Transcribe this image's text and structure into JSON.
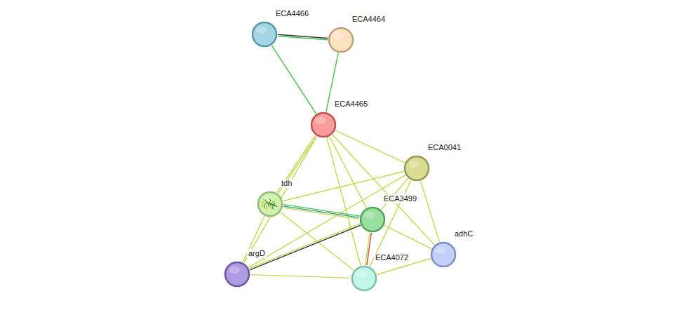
{
  "diagram": {
    "nodes": [
      {
        "text": [
          "ECA4466"
        ]
      },
      {
        "text": [
          "ECA4464"
        ]
      },
      {
        "text": [
          "ECA4465"
        ]
      },
      {
        "text": [
          "ECA0041"
        ]
      },
      {
        "text": [
          "tdh"
        ]
      },
      {
        "text": [
          "ECA3499"
        ]
      },
      {
        "text": [
          "adhC"
        ]
      },
      {
        "text": [
          "argD"
        ]
      },
      {
        "text": [
          "ECA4072"
        ]
      }
    ],
    "edges": [
      {
        "from": 0,
        "to": 1,
        "arrow": "none"
      },
      {
        "from": 0,
        "to": 2,
        "arrow": "none"
      },
      {
        "from": 1,
        "to": 2,
        "arrow": "none"
      },
      {
        "from": 2,
        "to": 3,
        "arrow": "none"
      },
      {
        "from": 2,
        "to": 4,
        "arrow": "none"
      },
      {
        "from": 2,
        "to": 5,
        "arrow": "none"
      },
      {
        "from": 2,
        "to": 8,
        "arrow": "none"
      },
      {
        "from": 2,
        "to": 6,
        "arrow": "none"
      },
      {
        "from": 2,
        "to": 7,
        "arrow": "none"
      },
      {
        "from": 3,
        "to": 4,
        "arrow": "none"
      },
      {
        "from": 3,
        "to": 5,
        "arrow": "none"
      },
      {
        "from": 3,
        "to": 7,
        "arrow": "none"
      },
      {
        "from": 3,
        "to": 8,
        "arrow": "none"
      },
      {
        "from": 3,
        "to": 6,
        "arrow": "none"
      },
      {
        "from": 4,
        "to": 5,
        "arrow": "none"
      },
      {
        "from": 4,
        "to": 7,
        "arrow": "none"
      },
      {
        "from": 4,
        "to": 8,
        "arrow": "none"
      },
      {
        "from": 5,
        "to": 7,
        "arrow": "none"
      },
      {
        "from": 5,
        "to": 8,
        "arrow": "none"
      },
      {
        "from": 5,
        "to": 6,
        "arrow": "none"
      },
      {
        "from": 7,
        "to": 8,
        "arrow": "none"
      },
      {
        "from": 8,
        "to": 6,
        "arrow": "none"
      }
    ]
  }
}
